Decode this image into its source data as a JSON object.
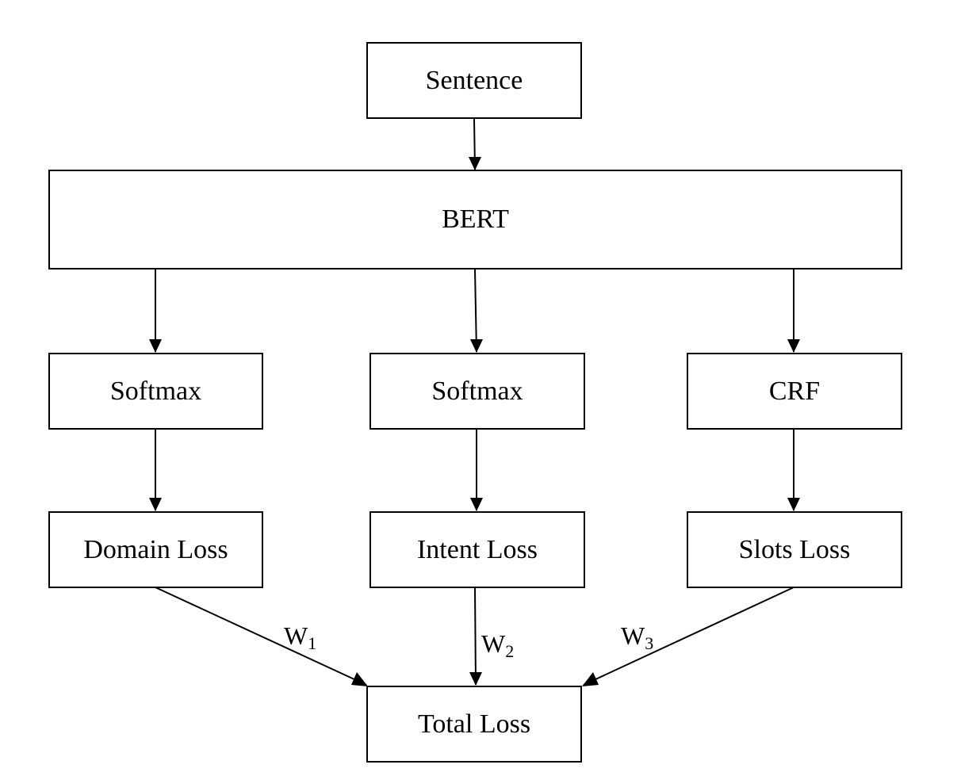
{
  "nodes": {
    "sentence": "Sentence",
    "bert": "BERT",
    "softmax_domain": "Softmax",
    "softmax_intent": "Softmax",
    "crf": "CRF",
    "domain_loss": "Domain Loss",
    "intent_loss": "Intent Loss",
    "slots_loss": "Slots Loss",
    "total_loss": "Total Loss"
  },
  "weights": {
    "w1": {
      "base": "W",
      "sub": "1"
    },
    "w2": {
      "base": "W",
      "sub": "2"
    },
    "w3": {
      "base": "W",
      "sub": "3"
    }
  },
  "edges": [
    {
      "from": "sentence",
      "to": "bert"
    },
    {
      "from": "bert",
      "to": "softmax_domain"
    },
    {
      "from": "bert",
      "to": "softmax_intent"
    },
    {
      "from": "bert",
      "to": "crf"
    },
    {
      "from": "softmax_domain",
      "to": "domain_loss"
    },
    {
      "from": "softmax_intent",
      "to": "intent_loss"
    },
    {
      "from": "crf",
      "to": "slots_loss"
    },
    {
      "from": "domain_loss",
      "to": "total_loss",
      "label": "w1"
    },
    {
      "from": "intent_loss",
      "to": "total_loss",
      "label": "w2"
    },
    {
      "from": "slots_loss",
      "to": "total_loss",
      "label": "w3"
    }
  ],
  "colors": {
    "stroke": "#000000",
    "background": "#ffffff"
  }
}
